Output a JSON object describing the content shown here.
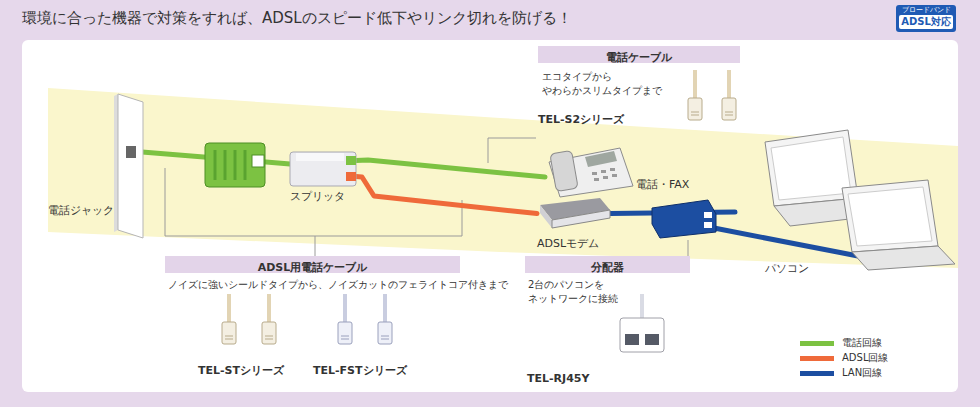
{
  "diagram": {
    "title": "環境に合った機器で対策をすれば、ADSLのスピード低下やリンク切れを防げる！",
    "nodes": [
      {
        "text": [
          "ブロードバンド",
          "ADSL対応"
        ]
      },
      {
        "text": [
          "電話ケーブル",
          "エコタイプから やわらかスリムタイプまで"
        ]
      },
      {
        "text": [
          "電話ジャック"
        ]
      },
      {
        "text": [
          "スプリッタ"
        ]
      },
      {
        "text": [
          "電話・FAX"
        ]
      },
      {
        "text": [
          "ADSLモデム"
        ]
      },
      {
        "text": [
          "パソコン"
        ]
      },
      {
        "text": [
          "ADSL用電話ケーブル",
          "ノイズに強いシールドタイプから、ノイズカットのフェライトコア付きまで"
        ]
      },
      {
        "text": [
          "分配器",
          "2台のパソコンを ネットワークに接続"
        ]
      }
    ],
    "edges": [
      {
        "from": 2,
        "to": 3,
        "arrow": "none"
      },
      {
        "from": 3,
        "to": 4,
        "arrow": "none"
      },
      {
        "from": 3,
        "to": 5,
        "arrow": "none"
      },
      {
        "from": 5,
        "to": 6,
        "arrow": "none"
      }
    ],
    "labels": [
      "TEL-S2シリーズ",
      "TEL-STシリーズ",
      "TEL-FSTシリーズ",
      "TEL-RJ45Y"
    ],
    "legend": [
      {
        "text": "電話回線",
        "color": "#7cc242"
      },
      {
        "text": "ADSL回線",
        "color": "#ef6a3a"
      },
      {
        "text": "LAN回線",
        "color": "#1c4ea1"
      }
    ]
  }
}
